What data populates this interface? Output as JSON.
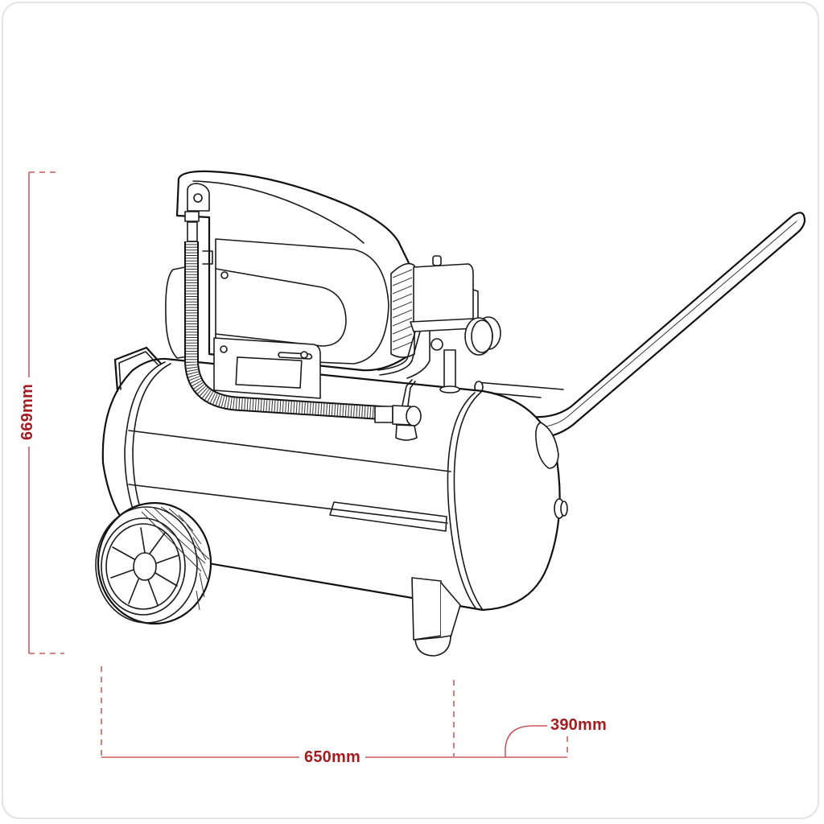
{
  "diagram": {
    "subject": "Air compressor line drawing",
    "line_color": "#1a1a1a",
    "dimension_color": "#a31c1f",
    "frame_color": "#e3e3e3"
  },
  "dimensions": {
    "height": {
      "label": "669mm",
      "orientation": "vertical"
    },
    "width": {
      "label": "650mm",
      "orientation": "horizontal"
    },
    "depth": {
      "label": "390mm",
      "orientation": "horizontal-callout"
    }
  },
  "components": [
    "motor-shroud",
    "pressure-switch",
    "pressure-gauges",
    "braided-hose",
    "air-tank",
    "wheel",
    "handle",
    "front-foot",
    "rear-carry-handle",
    "outlet-coupler"
  ]
}
